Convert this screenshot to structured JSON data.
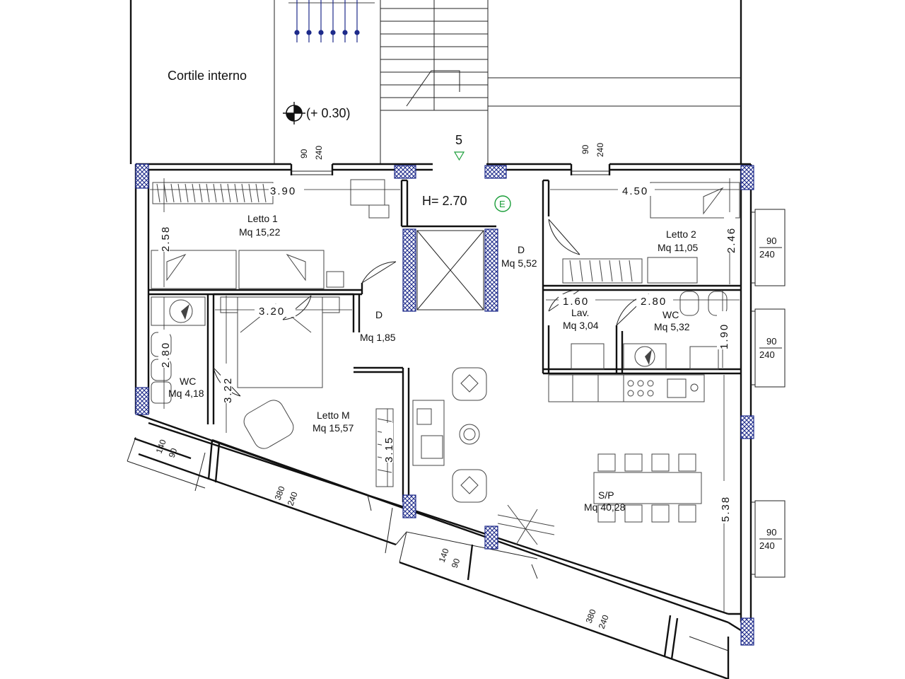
{
  "plan": {
    "courtyard_label": "Cortile interno",
    "level_mark": "(+ 0.30)",
    "entrance_number": "5",
    "height_label": "H= 2.70",
    "energy_mark": "E",
    "rooms": [
      {
        "id": "letto1",
        "name": "Letto 1",
        "area": "Mq 15,22"
      },
      {
        "id": "letto2",
        "name": "Letto 2",
        "area": "Mq 11,05"
      },
      {
        "id": "disimpegno",
        "name": "D",
        "area": "Mq 5,52"
      },
      {
        "id": "disimpegno2",
        "name": "D",
        "area": "Mq 1,85"
      },
      {
        "id": "lavanderia",
        "name": "Lav.",
        "area": "Mq 3,04"
      },
      {
        "id": "wc2",
        "name": "WC",
        "area": "Mq 5,32"
      },
      {
        "id": "wc1",
        "name": "WC",
        "area": "Mq 4,18"
      },
      {
        "id": "letto-m",
        "name": "Letto M",
        "area": "Mq 15,57"
      },
      {
        "id": "soggiorno",
        "name": "S/P",
        "area": "Mq 40,28"
      }
    ],
    "dimensions": {
      "letto1_width": "3.90",
      "letto1_depth": "2.58",
      "letto2_width": "4.50",
      "letto2_depth": "2.46",
      "lav_width": "1.60",
      "wc2_width": "2.80",
      "wc2_depth": "1.90",
      "lettom_width": "3.20",
      "lettom_depth": "3.22",
      "wc1_width": "2.80",
      "soggiorno_depth": "5.38",
      "corridor": "3.15"
    },
    "openings": {
      "courtyard_window_1": [
        "90",
        "240"
      ],
      "courtyard_window_2": [
        "90",
        "240"
      ],
      "balcony_window_1": [
        "90",
        "240"
      ],
      "balcony_window_2": [
        "90",
        "240"
      ],
      "balcony_window_3": [
        "90",
        "240"
      ],
      "wc_window": [
        "140",
        "90"
      ],
      "lettom_door": [
        "380",
        "240"
      ],
      "living_window": [
        "140",
        "90"
      ],
      "living_door": [
        "380",
        "240"
      ]
    },
    "colors": {
      "wall": "#111111",
      "column_hatch": "#1d2a8a",
      "energy": "#1b9e3a"
    }
  }
}
